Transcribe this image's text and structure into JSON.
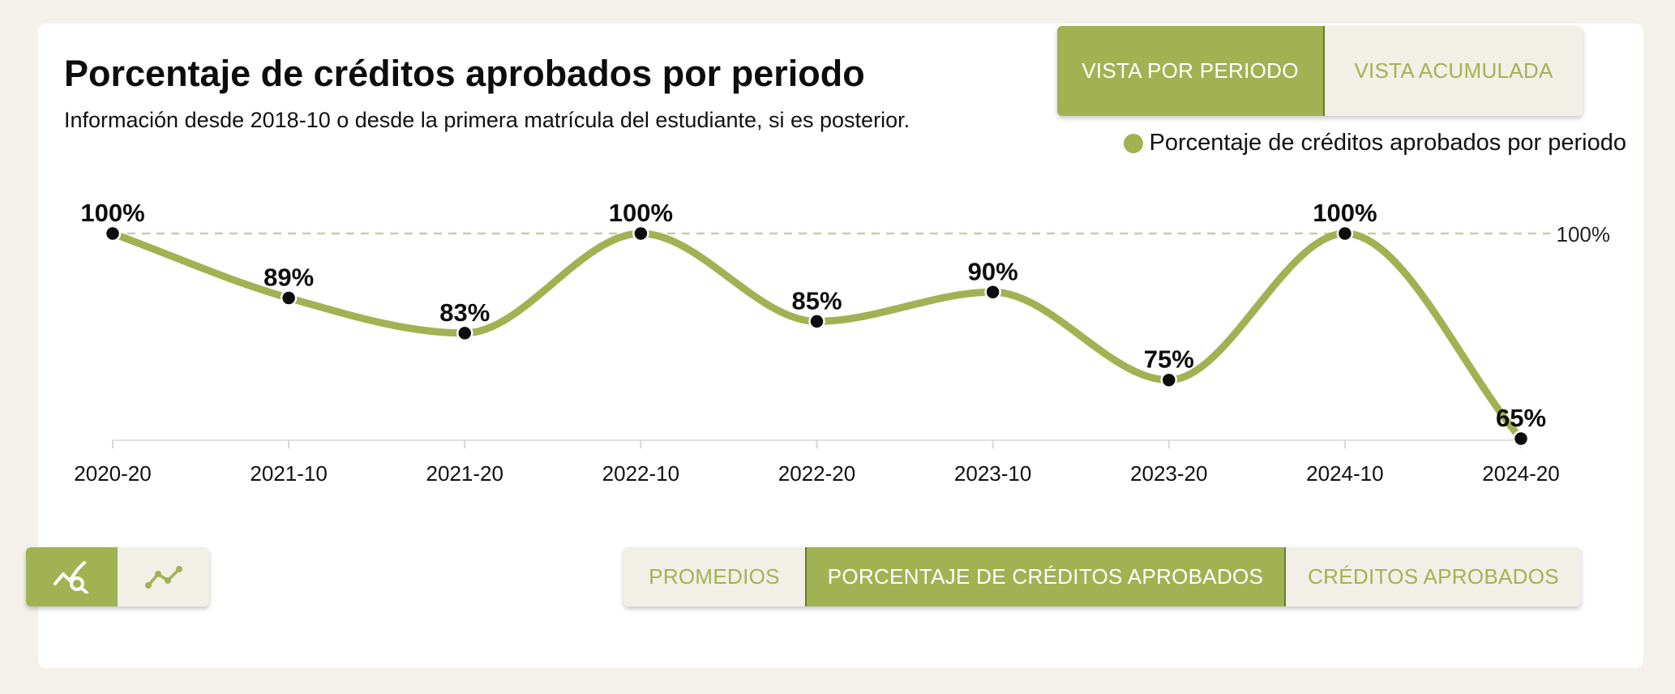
{
  "header": {
    "title": "Porcentaje de créditos aprobados por periodo",
    "subtitle": "Información desde 2018-10 o desde la primera matrícula del estudiante, si es posterior."
  },
  "view_toggle": {
    "period_label": "VISTA POR PERIODO",
    "cumulative_label": "VISTA ACUMULADA",
    "selected": "period"
  },
  "chart_type_toggle": {
    "selected": "analysis",
    "options": [
      {
        "icon": "chart-search-icon"
      },
      {
        "icon": "line-chart-icon"
      }
    ]
  },
  "metric_tabs": {
    "items": [
      {
        "label": "PROMEDIOS",
        "active": false
      },
      {
        "label": "PORCENTAJE DE CRÉDITOS APROBADOS",
        "active": true
      },
      {
        "label": "CRÉDITOS APROBADOS",
        "active": false
      }
    ]
  },
  "colors": {
    "accent": "#a2b253",
    "accent_light": "#f2efe6",
    "reference_line": "#b9d4a8",
    "point": "#0d0d0d",
    "background": "#f4f1ea"
  },
  "chart_data": {
    "type": "line",
    "x": [
      "2020-20",
      "2021-10",
      "2021-20",
      "2022-10",
      "2022-20",
      "2023-10",
      "2023-20",
      "2024-10",
      "2024-20"
    ],
    "series": [
      {
        "name": "Porcentaje de créditos aprobados por periodo",
        "values": [
          100,
          89,
          83,
          100,
          85,
          90,
          75,
          100,
          65
        ],
        "labels": [
          "100%",
          "89%",
          "83%",
          "100%",
          "85%",
          "90%",
          "75%",
          "100%",
          "65%"
        ]
      }
    ],
    "ylim": [
      65,
      100
    ],
    "reference_line": {
      "value": 100,
      "label": "100%"
    },
    "grid": false,
    "legend": "top-right",
    "curve": "smooth"
  }
}
